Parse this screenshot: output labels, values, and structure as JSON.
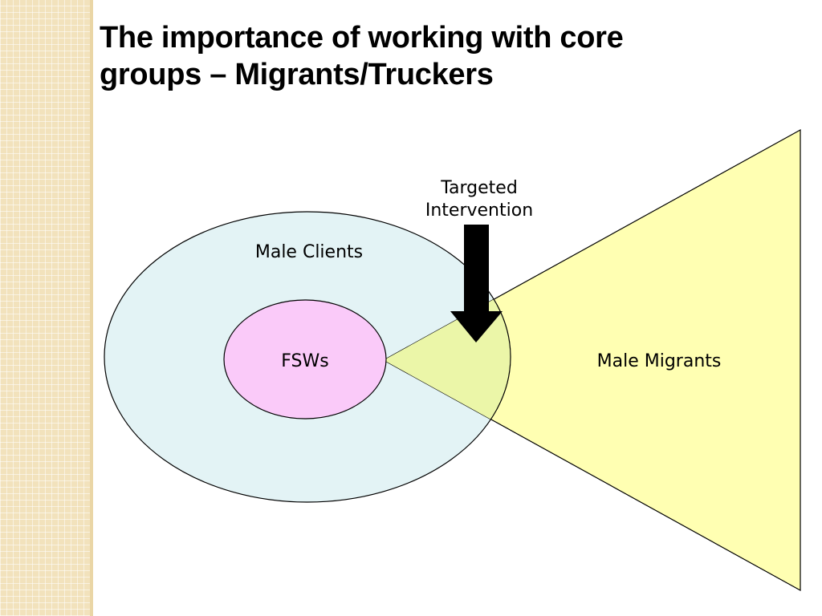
{
  "title": {
    "line1": "The importance of working with core",
    "line2": "groups – Migrants/Truckers"
  },
  "diagram": {
    "outer_circle_label": "Male Clients",
    "inner_circle_label": "FSWs",
    "triangle_label": "Male Migrants",
    "arrow_label_line1": "Targeted",
    "arrow_label_line2": "Intervention"
  },
  "colors": {
    "outer_circle_fill": "#e3f3f5",
    "inner_circle_fill": "#facaf9",
    "triangle_fill": "#ffffb2",
    "overlap_fill": "#ebf6a8",
    "arrow_fill": "#000000",
    "side_band": "#f2e2bc"
  },
  "icons": {
    "arrow": "down-arrow-icon"
  }
}
